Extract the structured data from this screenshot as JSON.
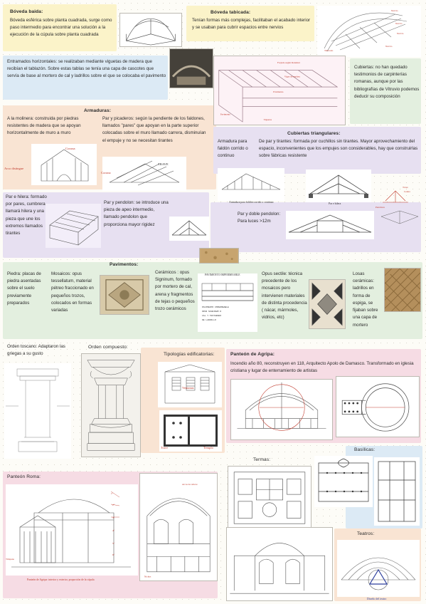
{
  "sections": {
    "boveda_baida": {
      "title": "Bóveda baida:",
      "text": "Bóveda esférica sobre planta cuadrada, surge como paso intermedio para encontrar una solución a la ejecución de la cúpula sobre planta cuadrada"
    },
    "boveda_tabicada": {
      "title": "Bóveda tabicada:",
      "text": "Tenían formas más complejas, facilitaban el acabado interior y se usaban para cubrir espacios entre nervios"
    },
    "entramados": {
      "text": "Entramados horizontales: se realizaban mediante viguetas de madera que recibían el tablazón. Sobre estas tablas se tenía una capa de cascotes que servía de base al mortero de cal y ladrillos sobre el que se colocaba el pavimento"
    },
    "cubiertas": {
      "text": "Cubiertas: no han quedado testimonios de carpinterías romanas, aunque por las bibliografías de Vitruvio podemos deducir su composición"
    },
    "armaduras": {
      "title": "Armaduras:",
      "molinera": "A la molinera: construida por piedras resistentes de madera que se apoyan horizontalmente de muro a muro",
      "par_picaderos": "Par y picaderos: según la pendiente de los faldones, llamados \"pares\" que apoyan en la parte superior colocadas sobre el muro llamado carrera, disminuían el empuje y no se necesitan tirantes"
    },
    "cubiertas_triangulares": {
      "title": "Cubiertas triangulares:",
      "armadura": "Armadura para faldón corrido o continuo",
      "par_tirantes": "De par y tirantes: formada por cuchillos sin tirantes. Mayor aprovechamiento del espacio, inconvenientes que los empujes son considerables, hay que construirlas sobre fábricas resistente",
      "par_hilera": "Par e hilera: formado por pares, cumbrera llamará hilera y una pieza que une los extremos llamados tirantes",
      "par_pendolon": "Par y pendolon: se introduce una pieza de apeo intermedio, llamado pendolon que proporciona mayor rigidez",
      "doble_pendolon": "Par y doble pendolon: Para luces >12m"
    },
    "pavimentos": {
      "title": "Pavimentos:",
      "piedra": "Piedra: placas de piedra asentadas sobre el suelo previamente preparados",
      "mosaicos": "Mosaicos: opus tessellatum, material pétreo fraccionado en pequeños trozos, colocados en formas variadas",
      "ceramicos": "Cerámicos : opus Signinum, formado por mortero de cal, arena y fragmentos de tejas o pequeños trozo cerámicos",
      "sectile": "Opus sectile: técnica precedente de los mosaicos pero intervienen materiales de distinta procedencia ( nácar, mármoles, vidrios, etc)",
      "losas": "Losas cerámicas: ladrillos en forma de espiga, se fijaban sobre una capa de mortero"
    },
    "ordenes": {
      "toscano": "Orden toscano: Adaptaron las griegas a su gusto",
      "compuesto": "Orden compuesto:",
      "tipologias": "Tipologías edificatorias:"
    },
    "panteon_agripa": {
      "title": "Panteón de Agripa:",
      "text": "Incendio año 80, reconstruyen en 118, Arquitecto Apolo de Damasco. Transformado en iglesia cristiana y lugar de enterramiento de artistas"
    },
    "panteon_roma": {
      "title": "Panteón Roma:"
    },
    "termas": {
      "title": "Termas:"
    },
    "basilicas": {
      "title": "Basílicas:"
    },
    "teatros": {
      "title": "Teatros:",
      "caption": "Diseño del teatro"
    }
  },
  "labels": {
    "corona": "Corona",
    "arco_distingue": "Arco distingue",
    "corona2": "Corona",
    "trave": "TRAVE",
    "armadura_cap": "Armadura para faldón corrido o continuo",
    "par_hilera_cap": "Par e hilera",
    "vigas": "Vigas de madera",
    "pavimento_cap": "PAVIMENTO IMPERMEABLE",
    "pavimento_cap2": "Pavimento asentado sobre cubierta",
    "tejado": "Tejado",
    "doble_ordenes": "Doble órdenes superpuestos",
    "ventanas": "Ventanas",
    "basamento": "Basamento",
    "torre": "Torre",
    "templo": "Templo",
    "panteon_nota": "Panteón de Agripa: interior y exterior, proporción de la cúpula",
    "arcos_rel": "Arcos de relieve"
  },
  "colors": {
    "yellow": "#fbf3c9",
    "blue": "#dceaf5",
    "pink": "#f6dce4",
    "peach": "#f9e4d3",
    "lavender": "#e7e0f1",
    "green": "#e3efdf",
    "red": "#c0392b"
  }
}
